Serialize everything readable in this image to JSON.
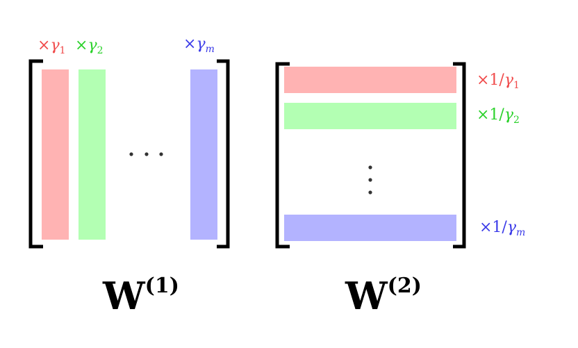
{
  "colors": {
    "red_fill": "#ffb3b3",
    "green_fill": "#b3ffb3",
    "blue_fill": "#b3b3ff",
    "red_text": "#f04a4a",
    "green_text": "#2ad12a",
    "blue_text": "#3a3ae8",
    "bracket": "#000000",
    "dots": "#333333"
  },
  "w1": {
    "title_main": "W",
    "title_sup": "(1)",
    "labels": [
      {
        "prefix": "×",
        "var": "γ",
        "sub": "1"
      },
      {
        "prefix": "×",
        "var": "γ",
        "sub": "2"
      },
      {
        "prefix": "×",
        "var": "γ",
        "sub": "m"
      }
    ]
  },
  "w2": {
    "title_main": "W",
    "title_sup": "(2)",
    "labels": [
      {
        "prefix": "×1/",
        "var": "γ",
        "sub": "1"
      },
      {
        "prefix": "×1/",
        "var": "γ",
        "sub": "2"
      },
      {
        "prefix": "×1/",
        "var": "γ",
        "sub": "m"
      }
    ]
  }
}
